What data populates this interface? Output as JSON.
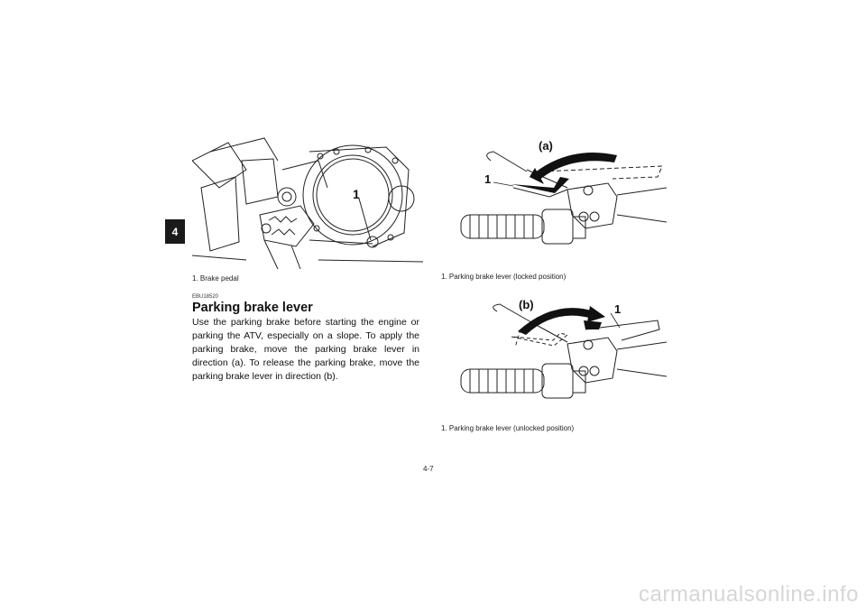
{
  "chapter_tab": "4",
  "figure_brake_pedal": {
    "callout": "1",
    "caption": "1.  Brake pedal"
  },
  "figure_locked": {
    "direction_label": "(a)",
    "callout": "1",
    "caption": "1.  Parking brake lever (locked position)"
  },
  "figure_unlocked": {
    "direction_label": "(b)",
    "callout": "1",
    "caption": "1.  Parking brake lever (unlocked position)"
  },
  "section": {
    "code": "EBU18520",
    "heading": "Parking brake lever",
    "body": "Use the parking brake before starting the engine or parking the ATV, especially on a slope. To apply the parking brake, move the parking brake lever in direction (a). To release the parking brake, move the parking brake lever in direction (b)."
  },
  "page_number": "4-7",
  "watermark": "carmanualsonline.info"
}
